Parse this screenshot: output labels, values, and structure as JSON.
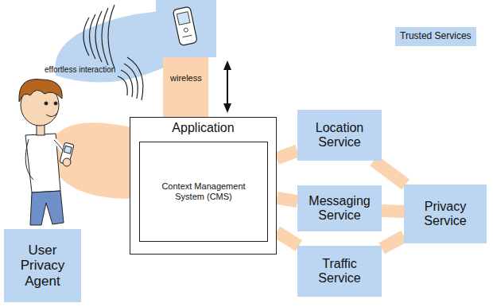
{
  "diagram": {
    "nodes": [
      {
        "text": [
          "Application"
        ]
      },
      {
        "text": [
          "Context Management System (CMS)"
        ],
        "in": 0
      },
      {
        "text": [
          "Location Service"
        ]
      },
      {
        "text": [
          "Messaging Service"
        ]
      },
      {
        "text": [
          "Privacy Service"
        ]
      },
      {
        "text": [
          "Traffic Service"
        ]
      },
      {
        "text": [
          "User Privacy Agent"
        ]
      }
    ],
    "edges": [
      {
        "from": 0,
        "to": 2,
        "arrow": "none"
      },
      {
        "from": 0,
        "to": 3,
        "arrow": "none"
      },
      {
        "from": 0,
        "to": 5,
        "arrow": "none"
      },
      {
        "from": 2,
        "to": 4,
        "arrow": "none"
      },
      {
        "from": 3,
        "to": 4,
        "arrow": "none"
      },
      {
        "from": 5,
        "to": 4,
        "arrow": "none"
      }
    ],
    "labels": [
      "effortless interaction",
      "wireless"
    ],
    "legend": [
      {
        "text": "Trusted Services",
        "color": "#bcd6f2"
      }
    ]
  }
}
